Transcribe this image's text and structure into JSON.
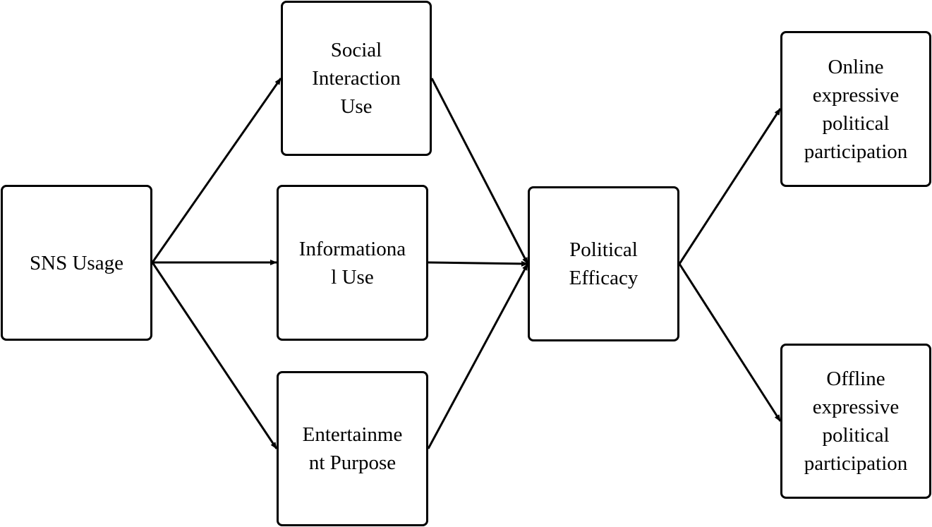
{
  "diagram": {
    "nodes": {
      "sns": {
        "label": "SNS Usage"
      },
      "social": {
        "label": "Social\nInteraction\nUse"
      },
      "info": {
        "label": "Informationa\nl Use"
      },
      "ent": {
        "label": "Entertainme\nnt Purpose"
      },
      "eff": {
        "label": "Political\nEfficacy"
      },
      "online": {
        "label": "Online\nexpressive\npolitical\nparticipation"
      },
      "offline": {
        "label": "Offline\nexpressive\npolitical\nparticipation"
      }
    },
    "edges": [
      {
        "from": "sns",
        "to": "social"
      },
      {
        "from": "sns",
        "to": "info"
      },
      {
        "from": "sns",
        "to": "ent"
      },
      {
        "from": "social",
        "to": "eff"
      },
      {
        "from": "info",
        "to": "eff"
      },
      {
        "from": "ent",
        "to": "eff"
      },
      {
        "from": "eff",
        "to": "online"
      },
      {
        "from": "eff",
        "to": "offline"
      }
    ],
    "colors": {
      "stroke": "#000000",
      "background": "#ffffff"
    }
  }
}
